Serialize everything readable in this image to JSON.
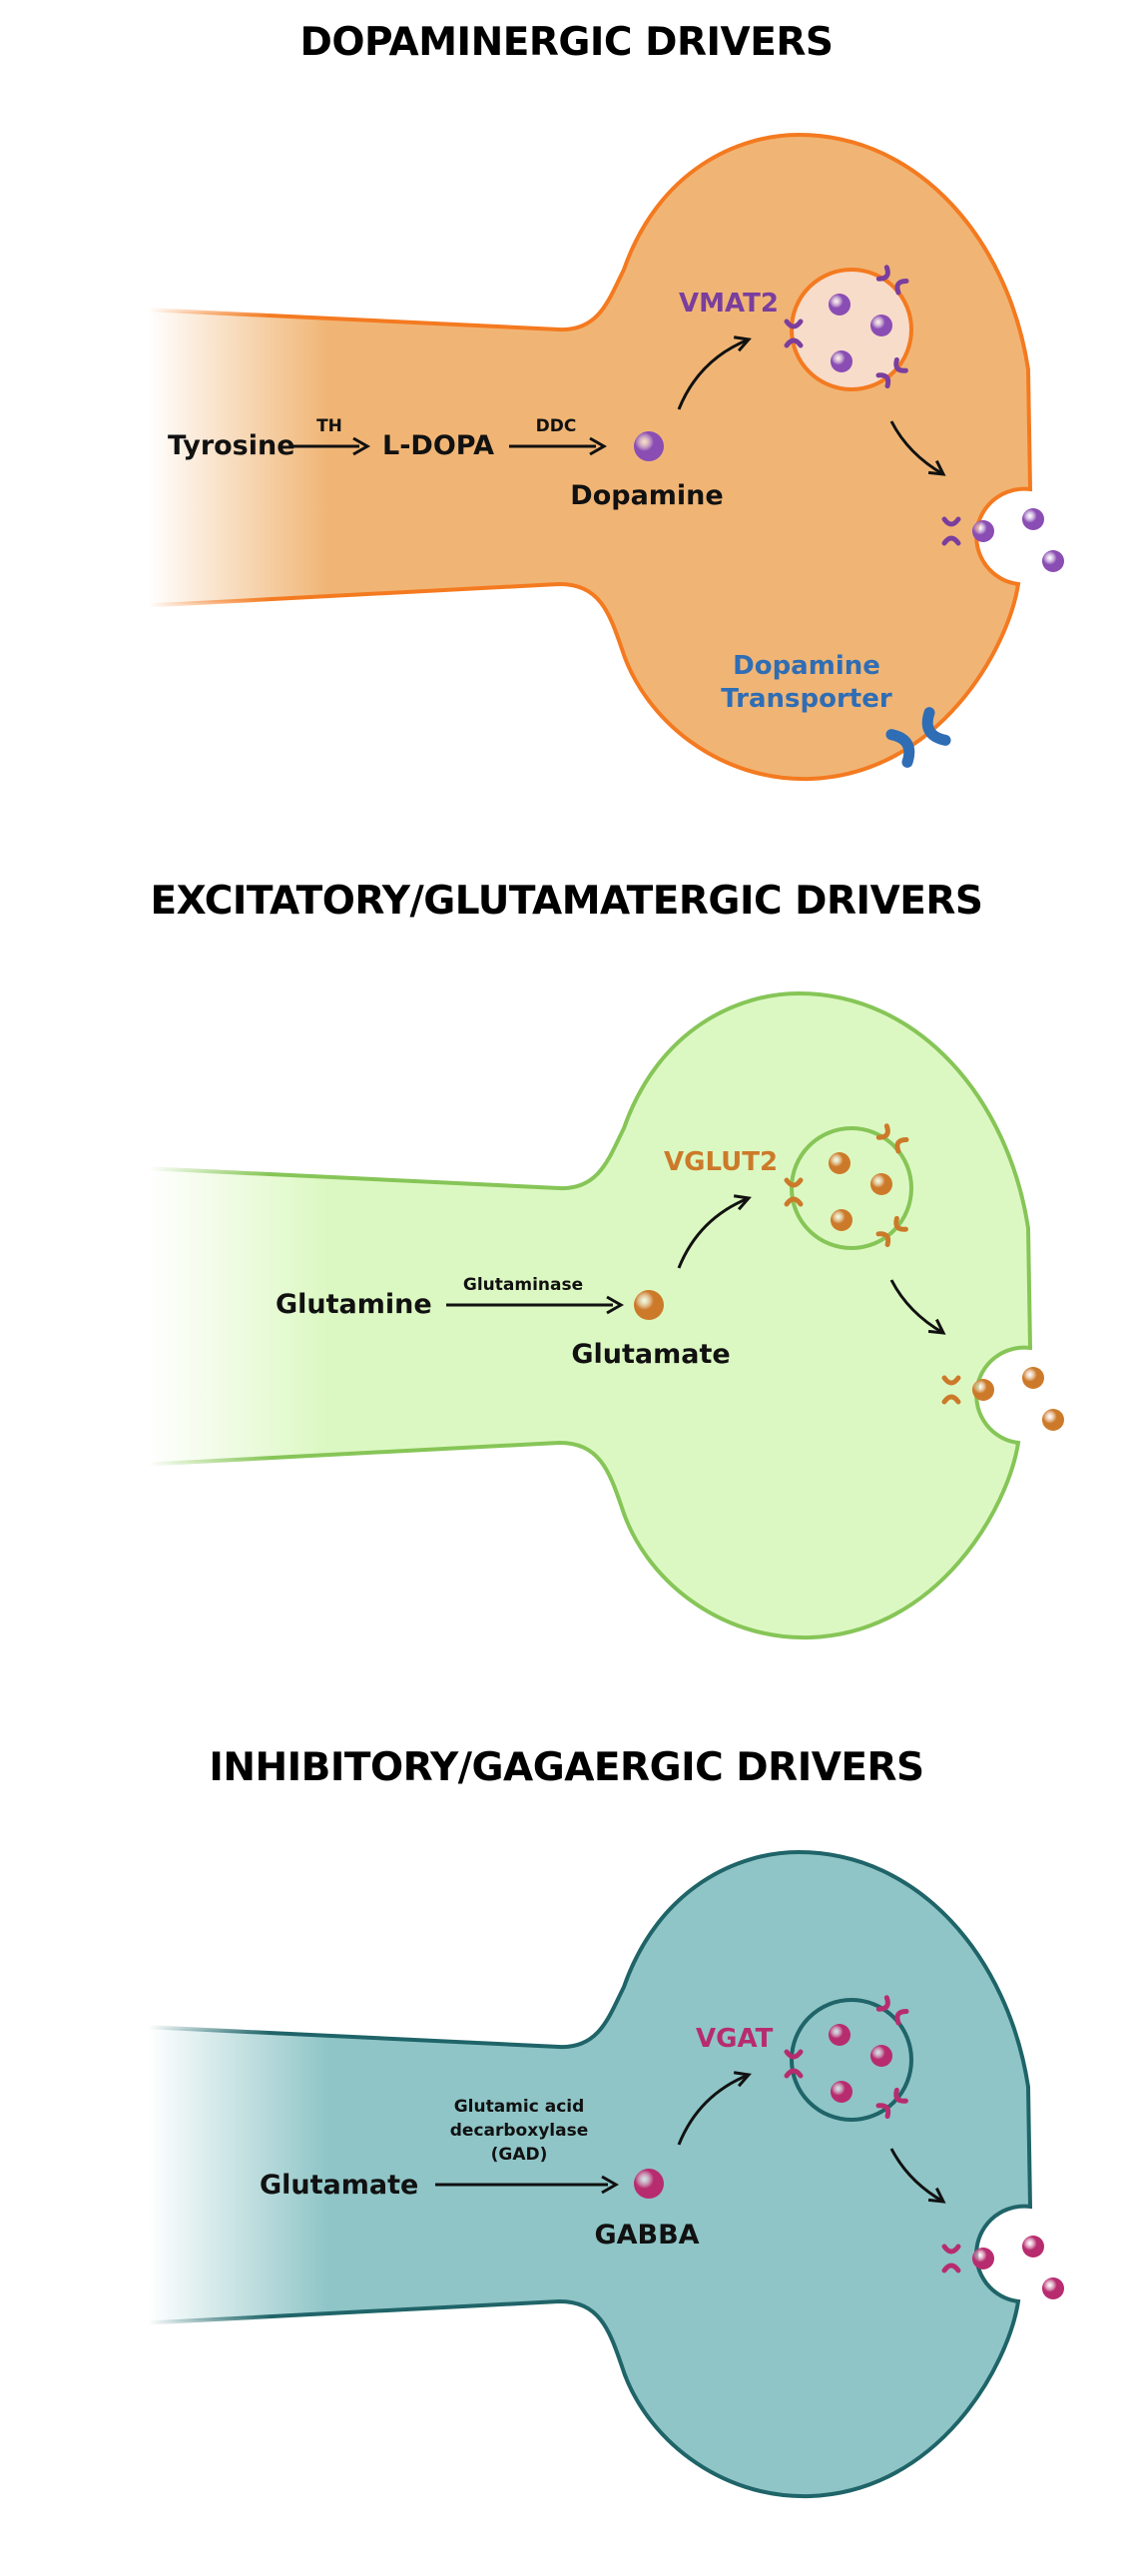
{
  "panels": [
    {
      "key": "dopa",
      "title": "DOPAMINERGIC DRIVERS",
      "color_title": "#F47A20",
      "color_fill": "#F0B575",
      "color_stroke": "#F47A20",
      "color_vesicle_fill": "#F7DCCA",
      "color_ball": "#8A4DB3",
      "color_receptor": "#7A3E9D",
      "color_label": "#7A3E9D",
      "pathway": {
        "precursor": "Tyrosine",
        "enzyme1": "TH",
        "intermediate": "L-DOPA",
        "enzyme2": "DDC",
        "enzyme2_lines": [],
        "product": "Dopamine"
      },
      "transporter_label": "VMAT2",
      "reuptake_lines": [
        "Dopamine",
        "Transporter"
      ],
      "reuptake_color": "#2F6DB5"
    },
    {
      "key": "glut",
      "title": "EXCITATORY/GLUTAMATERGIC DRIVERS",
      "color_title": "#86C557",
      "color_fill": "#DCF8C2",
      "color_stroke": "#86C557",
      "color_vesicle_fill": "#DCF8C2",
      "color_ball": "#CC7A2A",
      "color_receptor": "#CC7A2A",
      "color_label": "#CC7A2A",
      "pathway": {
        "precursor": "Glutamine",
        "enzyme1": "",
        "intermediate": "",
        "enzyme2": "Glutaminase",
        "enzyme2_lines": [],
        "product": "Glutamate"
      },
      "transporter_label": "VGLUT2",
      "reuptake_lines": [],
      "reuptake_color": ""
    },
    {
      "key": "gaba",
      "title": "INHIBITORY/GAGAERGIC DRIVERS",
      "color_title": "#1F6468",
      "color_fill": "#8FC5C7",
      "color_stroke": "#1F6468",
      "color_vesicle_fill": "#8FC5C7",
      "color_ball": "#B72C6E",
      "color_receptor": "#B72C6E",
      "color_label": "#B72C6E",
      "pathway": {
        "precursor": "Glutamate",
        "enzyme1": "",
        "intermediate": "",
        "enzyme2": "",
        "enzyme2_lines": [
          "Glutamic acid",
          "decarboxylase",
          "(GAD)"
        ],
        "product": "GABBA"
      },
      "transporter_label": "VGAT",
      "reuptake_lines": [],
      "reuptake_color": ""
    }
  ]
}
